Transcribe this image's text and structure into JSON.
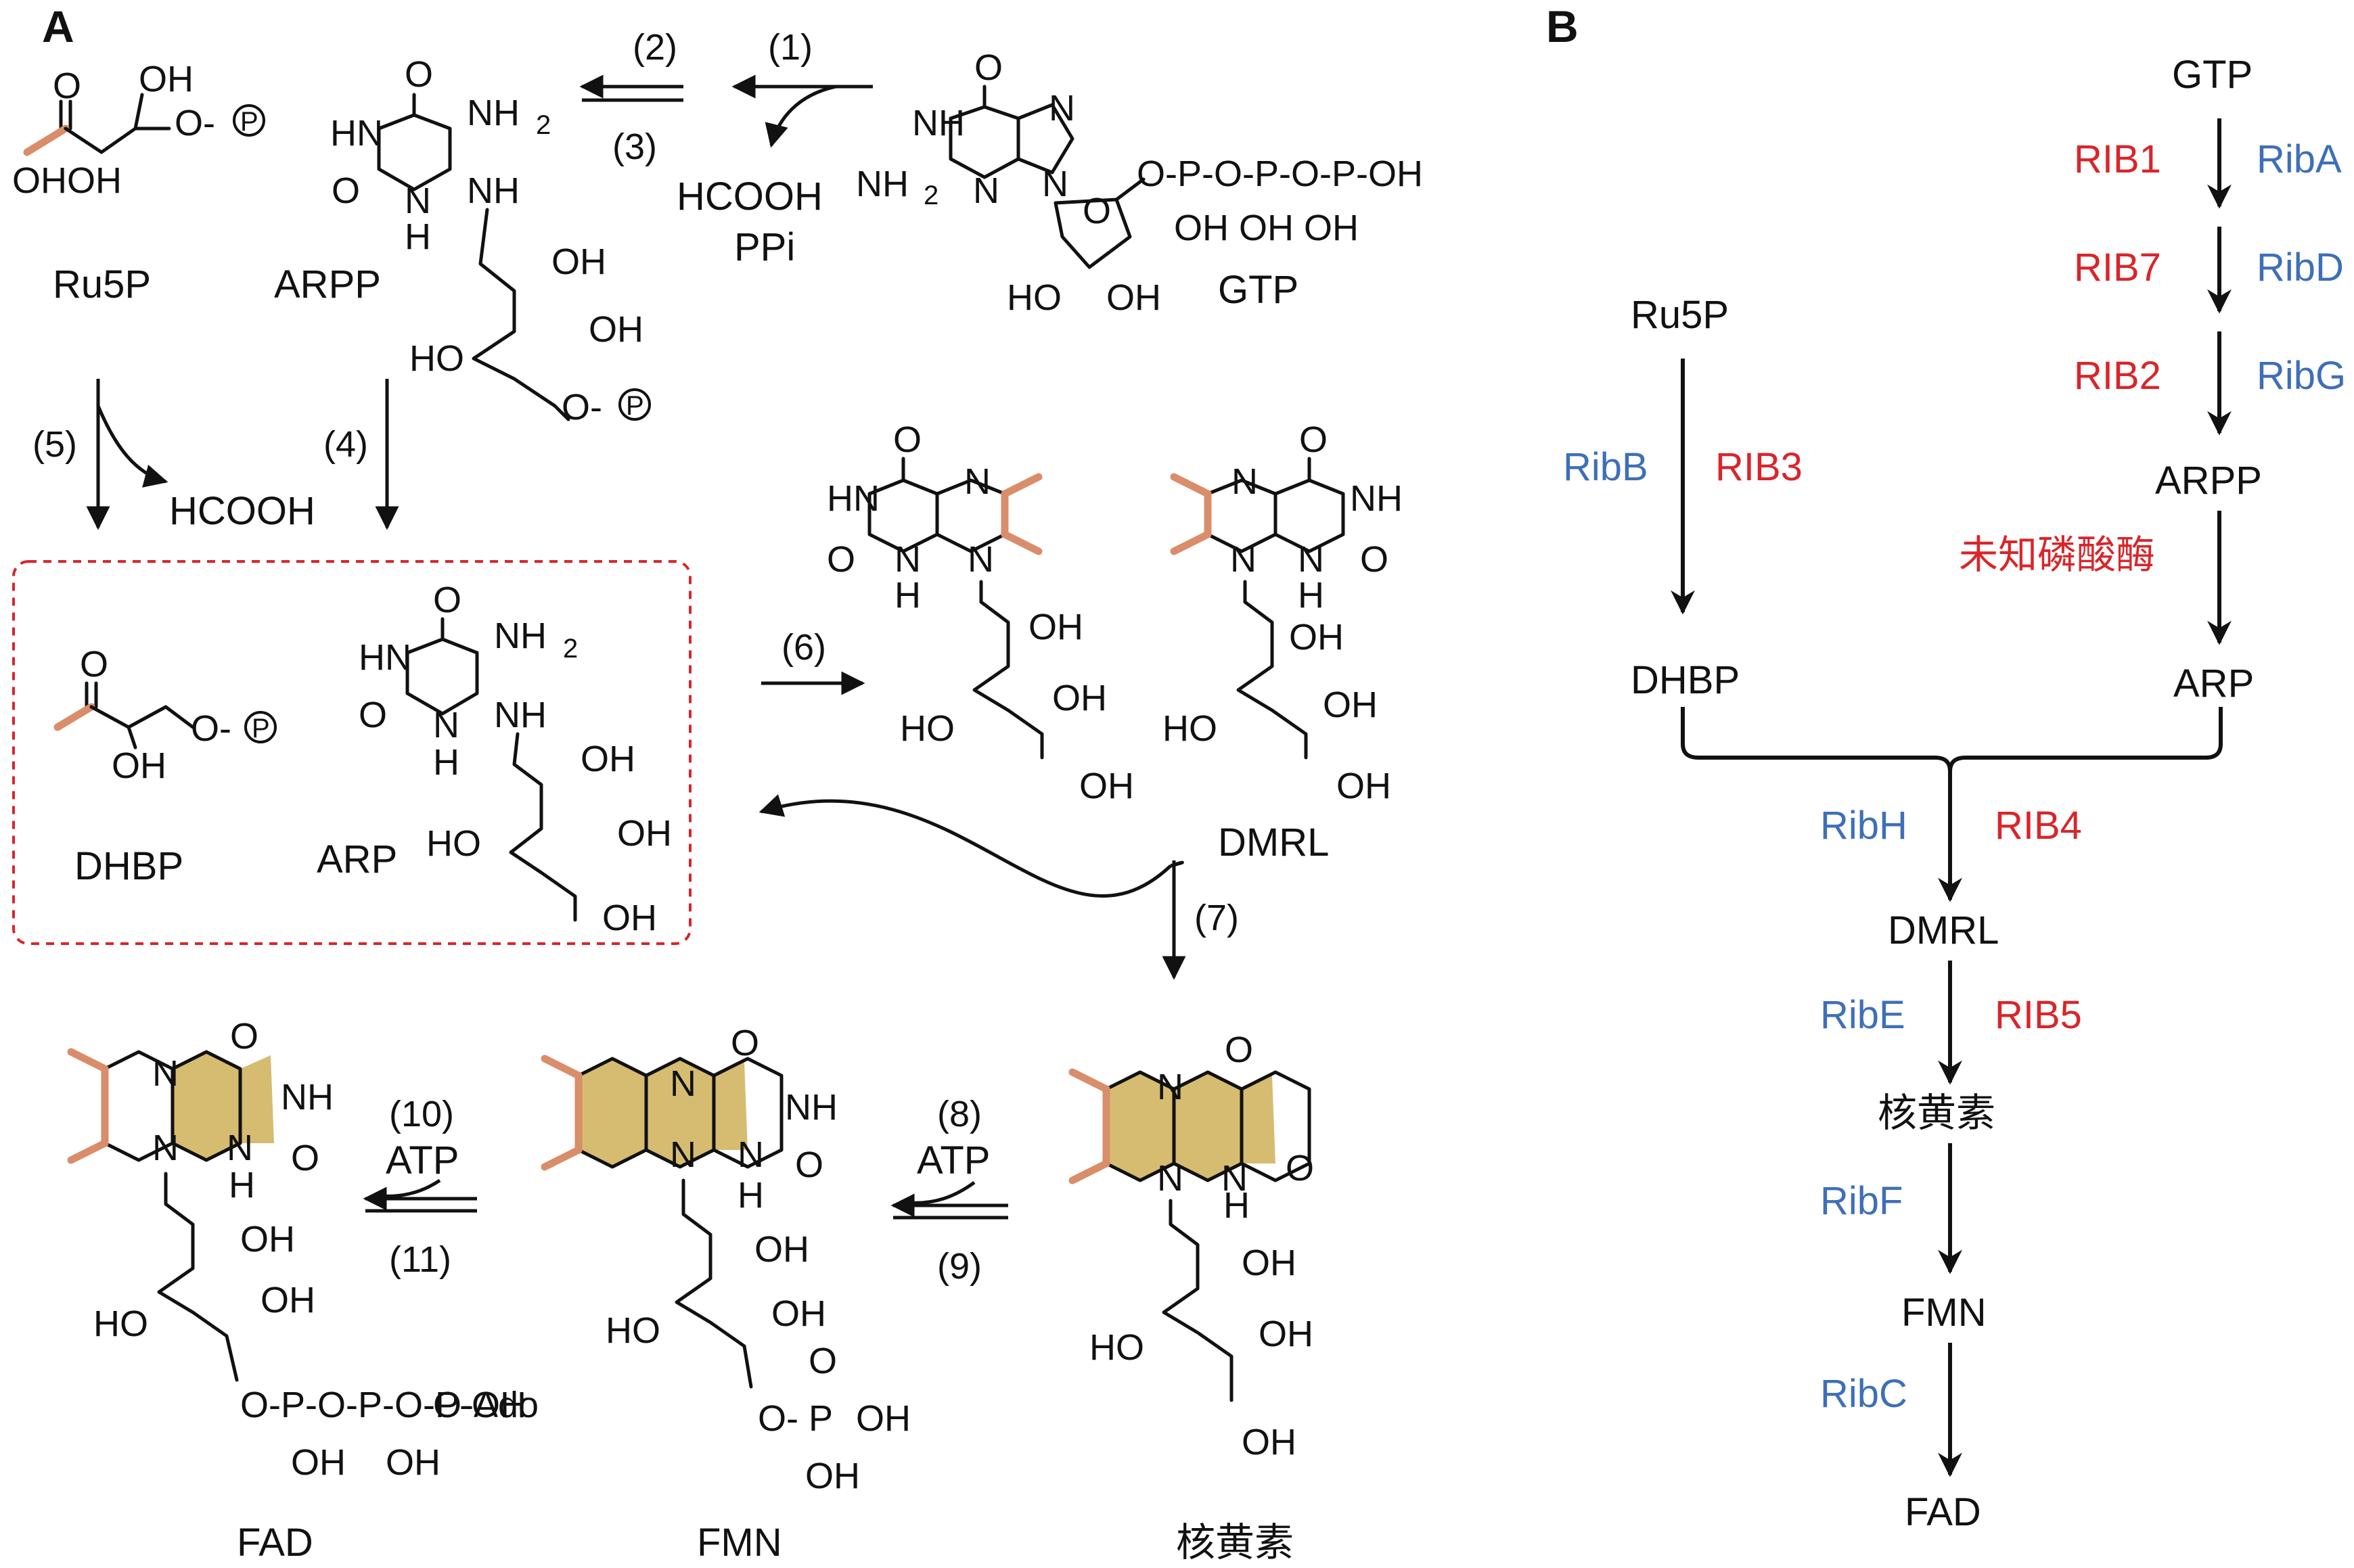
{
  "panels": {
    "a": "A",
    "b": "B"
  },
  "colors": {
    "red": "#d9252a",
    "blue": "#3e6fb8",
    "orange": "#d98d6a",
    "gold": "#d6bc71",
    "dash": "#d9252a"
  },
  "panel_a": {
    "compounds": {
      "ru5p": "Ru5P",
      "arpp": "ARPP",
      "gtp": "GTP",
      "dhbp": "DHBP",
      "arp": "ARP",
      "dmrl": "DMRL",
      "fad": "FAD",
      "fmn": "FMN",
      "riboflavin": "核黄素"
    },
    "steps": [
      "(1)",
      "(2)",
      "(3)",
      "(4)",
      "(5)",
      "(6)",
      "(7)",
      "(8)",
      "(9)",
      "(10)",
      "(11)"
    ],
    "byproducts": {
      "hcooh_1": "HCOOH",
      "ppi": "PPi",
      "hcooh_5": "HCOOH",
      "atp_8": "ATP",
      "atp_10": "ATP"
    },
    "atoms": {
      "O": "O",
      "OH": "OH",
      "HO": "HO",
      "H": "H",
      "N": "N",
      "NH": "NH",
      "HN": "HN",
      "NH2": "NH",
      "sub2": "2",
      "P": "P",
      "O_P": "O-",
      "Ado": "O-Ado",
      "OHOH": "OHOH",
      "PP_chain": "O-P-O-P-O-P-OH",
      "OH_row": "OH   OH    OH"
    }
  },
  "panel_b": {
    "gtp": "GTP",
    "ru5p": "Ru5P",
    "arpp": "ARPP",
    "dhbp": "DHBP",
    "arp": "ARP",
    "dmrl": "DMRL",
    "riboflavin": "核黄素",
    "fmn": "FMN",
    "fad": "FAD",
    "enzymes": {
      "rib1": "RIB1",
      "riba": "RibA",
      "rib7": "RIB7",
      "ribd": "RibD",
      "rib2": "RIB2",
      "ribg": "RibG",
      "ribb": "RibB",
      "rib3": "RIB3",
      "phosphatase": "未知磷酸酶",
      "ribh": "RibH",
      "rib4": "RIB4",
      "ribe": "RibE",
      "rib5": "RIB5",
      "ribf": "RibF",
      "ribc": "RibC"
    }
  }
}
